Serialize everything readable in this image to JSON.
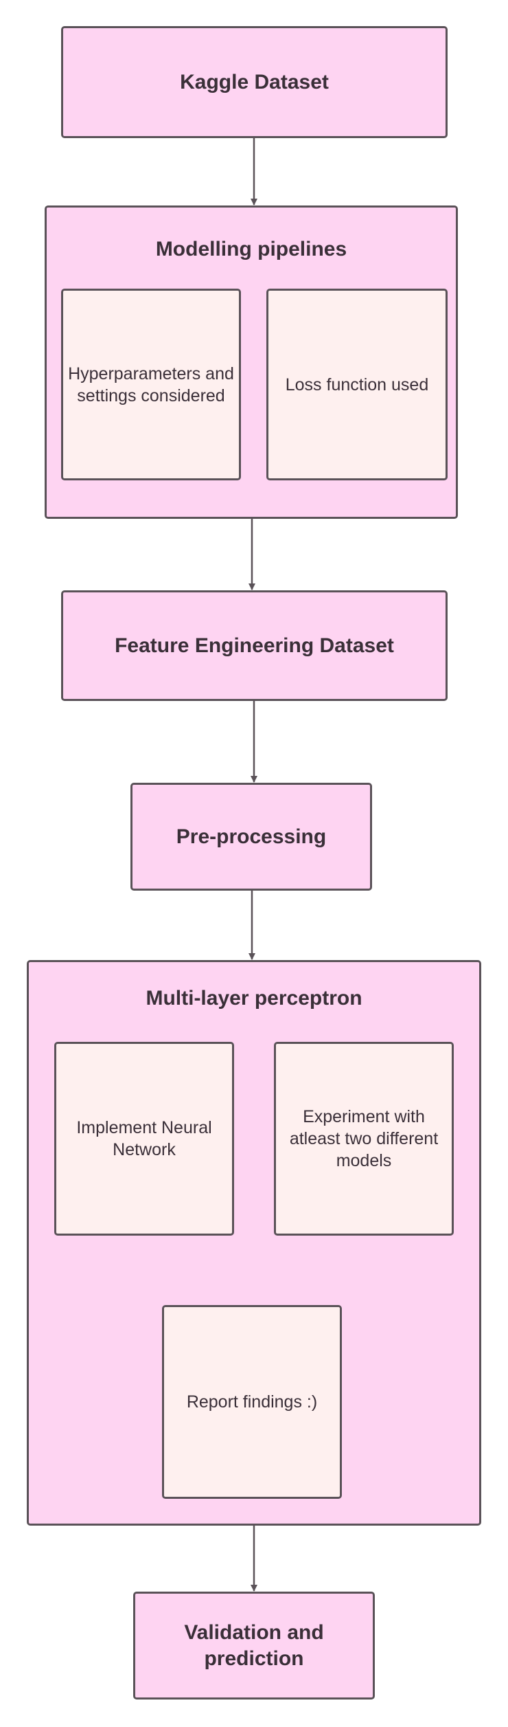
{
  "nodes": {
    "kaggle": "Kaggle Dataset",
    "modelling": {
      "title": "Modelling pipelines",
      "hyperparameters": "Hyperparameters and settings considered",
      "loss": "Loss function used"
    },
    "feature_engineering": "Feature Engineering Dataset",
    "preprocessing": "Pre-processing",
    "mlp": {
      "title": "Multi-layer perceptron",
      "implement": "Implement Neural Network",
      "experiment": "Experiment with atleast two different models",
      "report": "Report findings :)"
    },
    "validation": "Validation and prediction"
  },
  "colors": {
    "outer_fill": "#fed4f2",
    "inner_fill": "#fef0ef",
    "stroke": "#5a5258",
    "text": "#3a2f38"
  }
}
